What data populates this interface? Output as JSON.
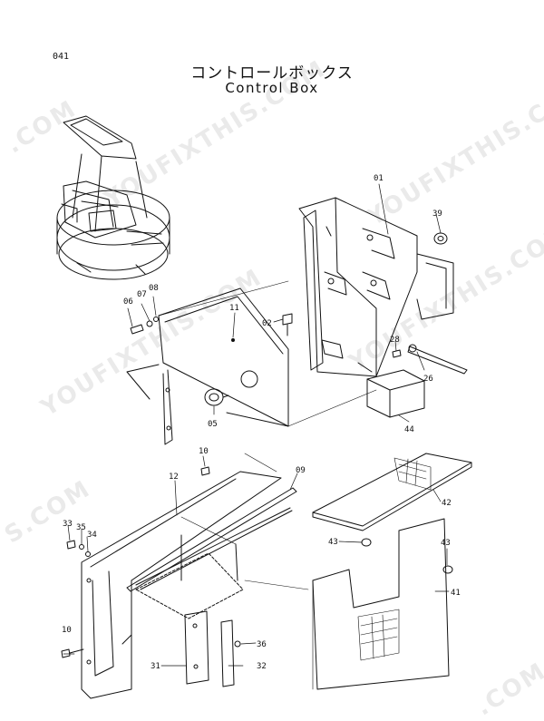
{
  "page_number": "041",
  "title_jp": "コントロールボックス",
  "title_en": "Control Box",
  "watermarks": [
    "YOUFIXTHIS.COM",
    "YOUFIXTHIS.COM",
    "YOUFIXTHIS.COM",
    "YOUFIXTHIS.COM",
    ".COM",
    "S.COM",
    ".COM"
  ],
  "parts": {
    "p01": "01",
    "p02": "02",
    "p05": "05",
    "p06": "06",
    "p07": "07",
    "p08": "08",
    "p09": "09",
    "p10a": "10",
    "p10b": "10",
    "p11": "11",
    "p12": "12",
    "p26": "26",
    "p28": "28",
    "p31": "31",
    "p32": "32",
    "p33": "33",
    "p34": "34",
    "p35": "35",
    "p36": "36",
    "p39": "39",
    "p41": "41",
    "p42": "42",
    "p43a": "43",
    "p43b": "43",
    "p44": "44"
  }
}
